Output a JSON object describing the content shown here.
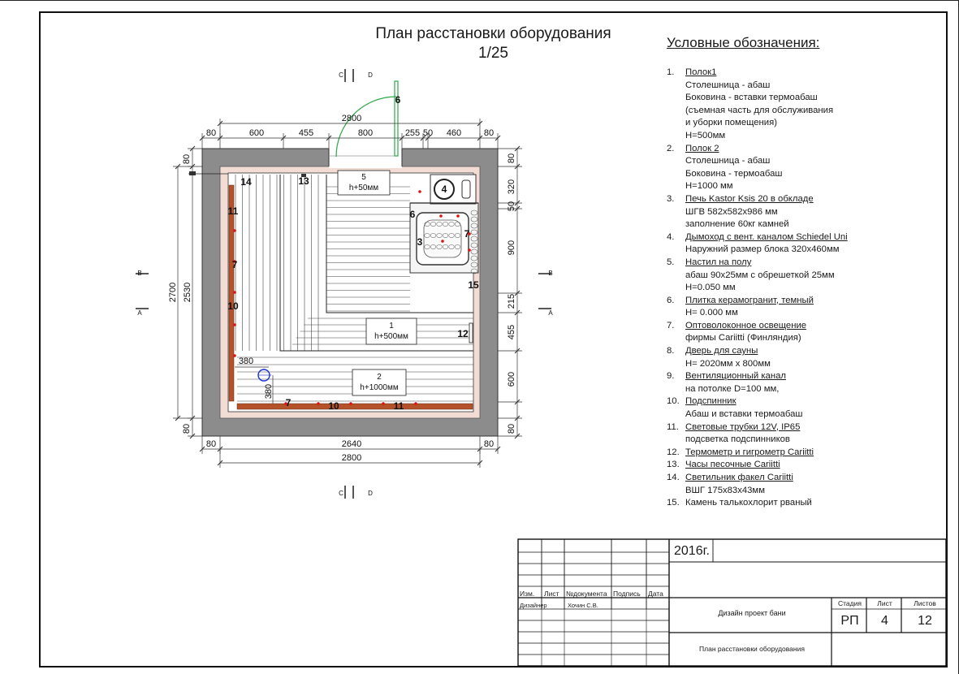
{
  "title": {
    "line1": "План расстановки оборудования",
    "line2": "1/25"
  },
  "legend": {
    "title": "Условные обозначения:",
    "items": [
      {
        "num": "1.",
        "head": "Полок1",
        "lines": [
          "Столешница -  абаш",
          "Боковина - вставки термоабаш",
          "(съемная часть для обслуживания",
          "и уборки помещения)",
          "H=500мм"
        ]
      },
      {
        "num": "2.",
        "head": "Полок 2",
        "lines": [
          "Столешница -  абаш",
          "Боковина - термоабаш",
          "H=1000 мм"
        ]
      },
      {
        "num": "3.",
        "head": "Печь Kastor Ksis 20 в обкладе",
        "lines": [
          "ШГВ 582x582x986 мм",
          "заполнение 60кг камней"
        ]
      },
      {
        "num": "4.",
        "head": "Дымоход с вент. каналом Schiedel Uni",
        "lines": [
          "Наружний размер блока 320x460мм"
        ]
      },
      {
        "num": "5.",
        "head": "Настил на полу",
        "lines": [
          "абаш 90x25мм с обрешеткой 25мм",
          "H=0.050 мм"
        ]
      },
      {
        "num": "6.",
        "head": "Плитка керамогранит, темный",
        "lines": [
          "H= 0.000 мм"
        ]
      },
      {
        "num": "7.",
        "head": "Оптоволоконное освещение",
        "lines": [
          "фирмы Cariitti (Финляндия)"
        ]
      },
      {
        "num": "8.",
        "head": "Дверь для сауны",
        "lines": [
          "H= 2020мм x 800мм"
        ]
      },
      {
        "num": "9.",
        "head": "Вентиляционный канал",
        "lines": [
          "на потолке D=100 мм,"
        ]
      },
      {
        "num": "10.",
        "head": "Подспинник",
        "lines": [
          "Абаш и вставки термоабаш"
        ]
      },
      {
        "num": "11.",
        "head": "Световые трубки 12V, IP65",
        "lines": [
          "подсветка подспинников"
        ]
      },
      {
        "num": "12.",
        "head": "Термометр и гигрометр Cariitti",
        "lines": []
      },
      {
        "num": "13.",
        "head": "Часы песочные Cariitti",
        "lines": []
      },
      {
        "num": "14.",
        "head": "Светильник факел Cariitti",
        "lines": [
          "ВШГ 175x83x43мм"
        ]
      },
      {
        "num": "15.",
        "head": "Камень талькохлорит рваный",
        "lines": [],
        "plain": true
      }
    ]
  },
  "plan": {
    "dims_top": [
      "80",
      "600",
      "455",
      "800",
      "255",
      "50",
      "460",
      "80"
    ],
    "dim_top_total": "2800",
    "dims_bottom": [
      "80",
      "2640",
      "80"
    ],
    "dim_bottom_total": "2800",
    "dims_left": [
      "80",
      "80",
      "2700",
      "2530"
    ],
    "dims_right": [
      "80",
      "320",
      "50",
      "900",
      "215",
      "455",
      "600",
      "80"
    ],
    "dims_inner": [
      "380",
      "380"
    ],
    "section_top": [
      "C",
      "D"
    ],
    "section_bottom": [
      "C",
      "D"
    ],
    "section_left": [
      "B",
      "A"
    ],
    "section_right": [
      "B",
      "A"
    ],
    "block5": {
      "num": "5",
      "h": "h+50мм"
    },
    "block1": {
      "num": "1",
      "h": "h+500мм"
    },
    "block2": {
      "num": "2",
      "h": "h+1000мм"
    },
    "marks": {
      "m14": "14",
      "m13": "13",
      "m11a": "11",
      "m7a": "7",
      "m10a": "10",
      "m6a": "6",
      "m6b": "6",
      "m4": "4",
      "m3": "3",
      "m7b": "7",
      "m15": "15",
      "m12": "12",
      "m7c": "7",
      "m10b": "10",
      "m11b": "11"
    }
  },
  "titleblock": {
    "year": "2016г.",
    "headers": [
      "Изм.",
      "Лист",
      "№документа",
      "Подпись",
      "Дата"
    ],
    "designer_role": "Дизайнер",
    "designer_name": "Хочин С.В.",
    "project": "Дизайн проект бани",
    "sheet_title": "План расстановки оборудования",
    "col_stage": "Стадия",
    "col_sheet": "Лист",
    "col_sheets": "Листов",
    "stage": "РП",
    "sheet": "4",
    "sheets": "12"
  },
  "colors": {
    "wall": "#8c8c8c",
    "insulation": "#f3dcd4",
    "backrest": "#b5522a",
    "led": "#e01010",
    "door": "#2ea84a",
    "vent": "#1a2fd6"
  }
}
